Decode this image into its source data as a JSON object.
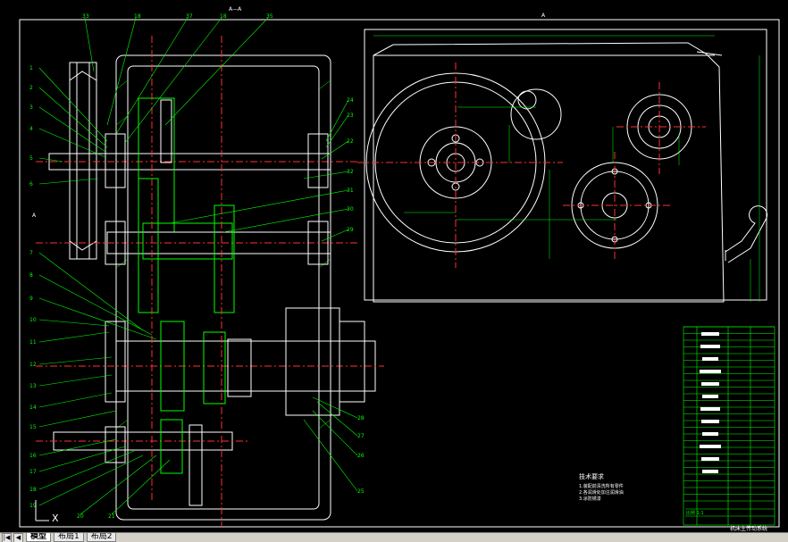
{
  "drawing": {
    "section_label": "A—A",
    "view_label_right": "A",
    "mark_a_left": "A",
    "ucs_label": "X",
    "top_part_numbers": [
      "33",
      "18",
      "37",
      "18",
      "35"
    ],
    "left_part_numbers": [
      "1",
      "2",
      "3",
      "4",
      "5",
      "6",
      "7",
      "8",
      "9",
      "10",
      "11",
      "12",
      "13",
      "14",
      "15",
      "16",
      "17",
      "18",
      "19",
      "20",
      "21"
    ],
    "right_part_numbers": [
      "24",
      "23",
      "22",
      "32",
      "31",
      "30",
      "29",
      "28",
      "27",
      "26",
      "25"
    ],
    "tech_title": "技术要求",
    "tech_lines": [
      "1.装配前清洗所有零件",
      "2.各润滑处加注润滑油",
      "3.涂防锈漆"
    ],
    "title_block_name": "机床主传动系统",
    "title_block_sheet": "比例 1:1"
  },
  "layout_tabs": [
    "模型",
    "布局1",
    "布局2"
  ],
  "active_tab": 0,
  "colors": {
    "background": "#000000",
    "green": "#00ff00",
    "white": "#ffffff",
    "red": "#ff3030",
    "cyan": "#00ffff",
    "yellow": "#ffff00"
  }
}
